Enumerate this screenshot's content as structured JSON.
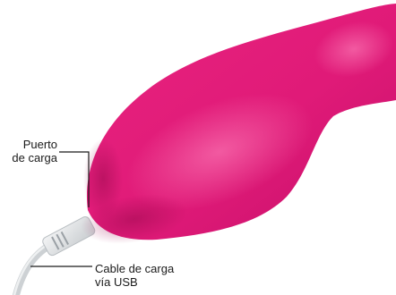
{
  "labels": {
    "port": {
      "line1": "Puerto",
      "line2": "de carga"
    },
    "cable": {
      "line1": "Cable de carga",
      "line2": "vía USB"
    }
  },
  "colors": {
    "device_base": "#e01a78",
    "device_highlight": "#f24f9c",
    "device_shadow": "#b70f5d",
    "cable": "#cfd3d6",
    "connector": "#e8eaec",
    "leader_line": "#1a1a1a"
  }
}
